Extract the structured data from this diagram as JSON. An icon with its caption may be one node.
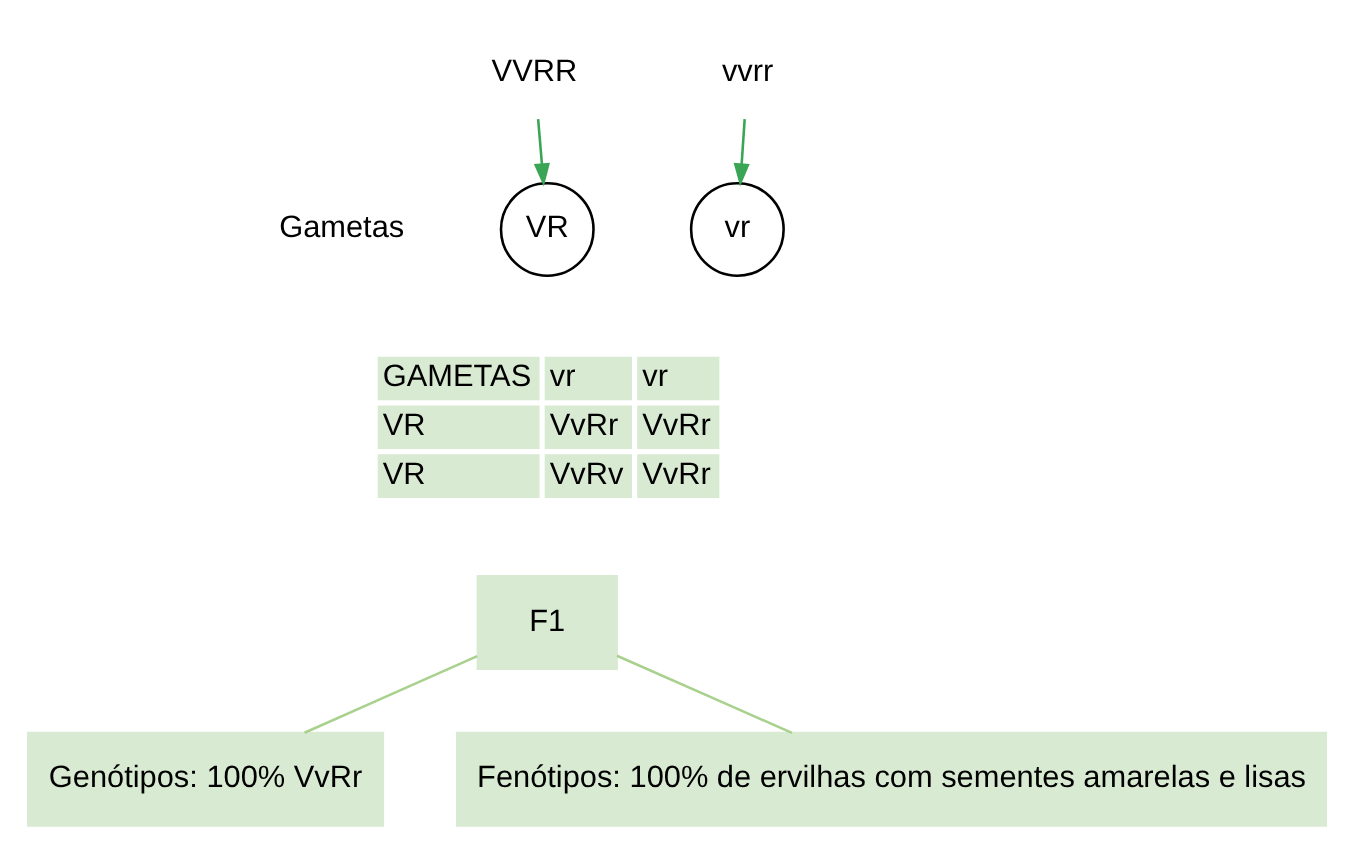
{
  "diagram": {
    "nodes": [
      {
        "text": [
          "VVRR"
        ]
      },
      {
        "text": [
          "vvrr"
        ]
      },
      {
        "text": [
          "VR"
        ]
      },
      {
        "text": [
          "vr"
        ]
      },
      {
        "text": [
          "F1"
        ]
      },
      {
        "text": [
          "Genótipos: 100% VvRr"
        ]
      },
      {
        "text": [
          "Fenótipos: 100% de ervilhas com sementes amarelas e lisas"
        ]
      }
    ],
    "edges": [
      {
        "from": 0,
        "to": 2,
        "arrow": "to"
      },
      {
        "from": 1,
        "to": 3,
        "arrow": "to"
      },
      {
        "from": 4,
        "to": 5,
        "arrow": "none",
        "color": "#a9d18e"
      },
      {
        "from": 4,
        "to": 6,
        "arrow": "none",
        "color": "#a9d18e"
      }
    ],
    "labels": [
      "Gametas",
      "GAMETAS",
      "vr",
      "vr",
      "VR",
      "VvRr",
      "VvRr",
      "VR",
      "VvRv",
      "VvRr"
    ]
  }
}
